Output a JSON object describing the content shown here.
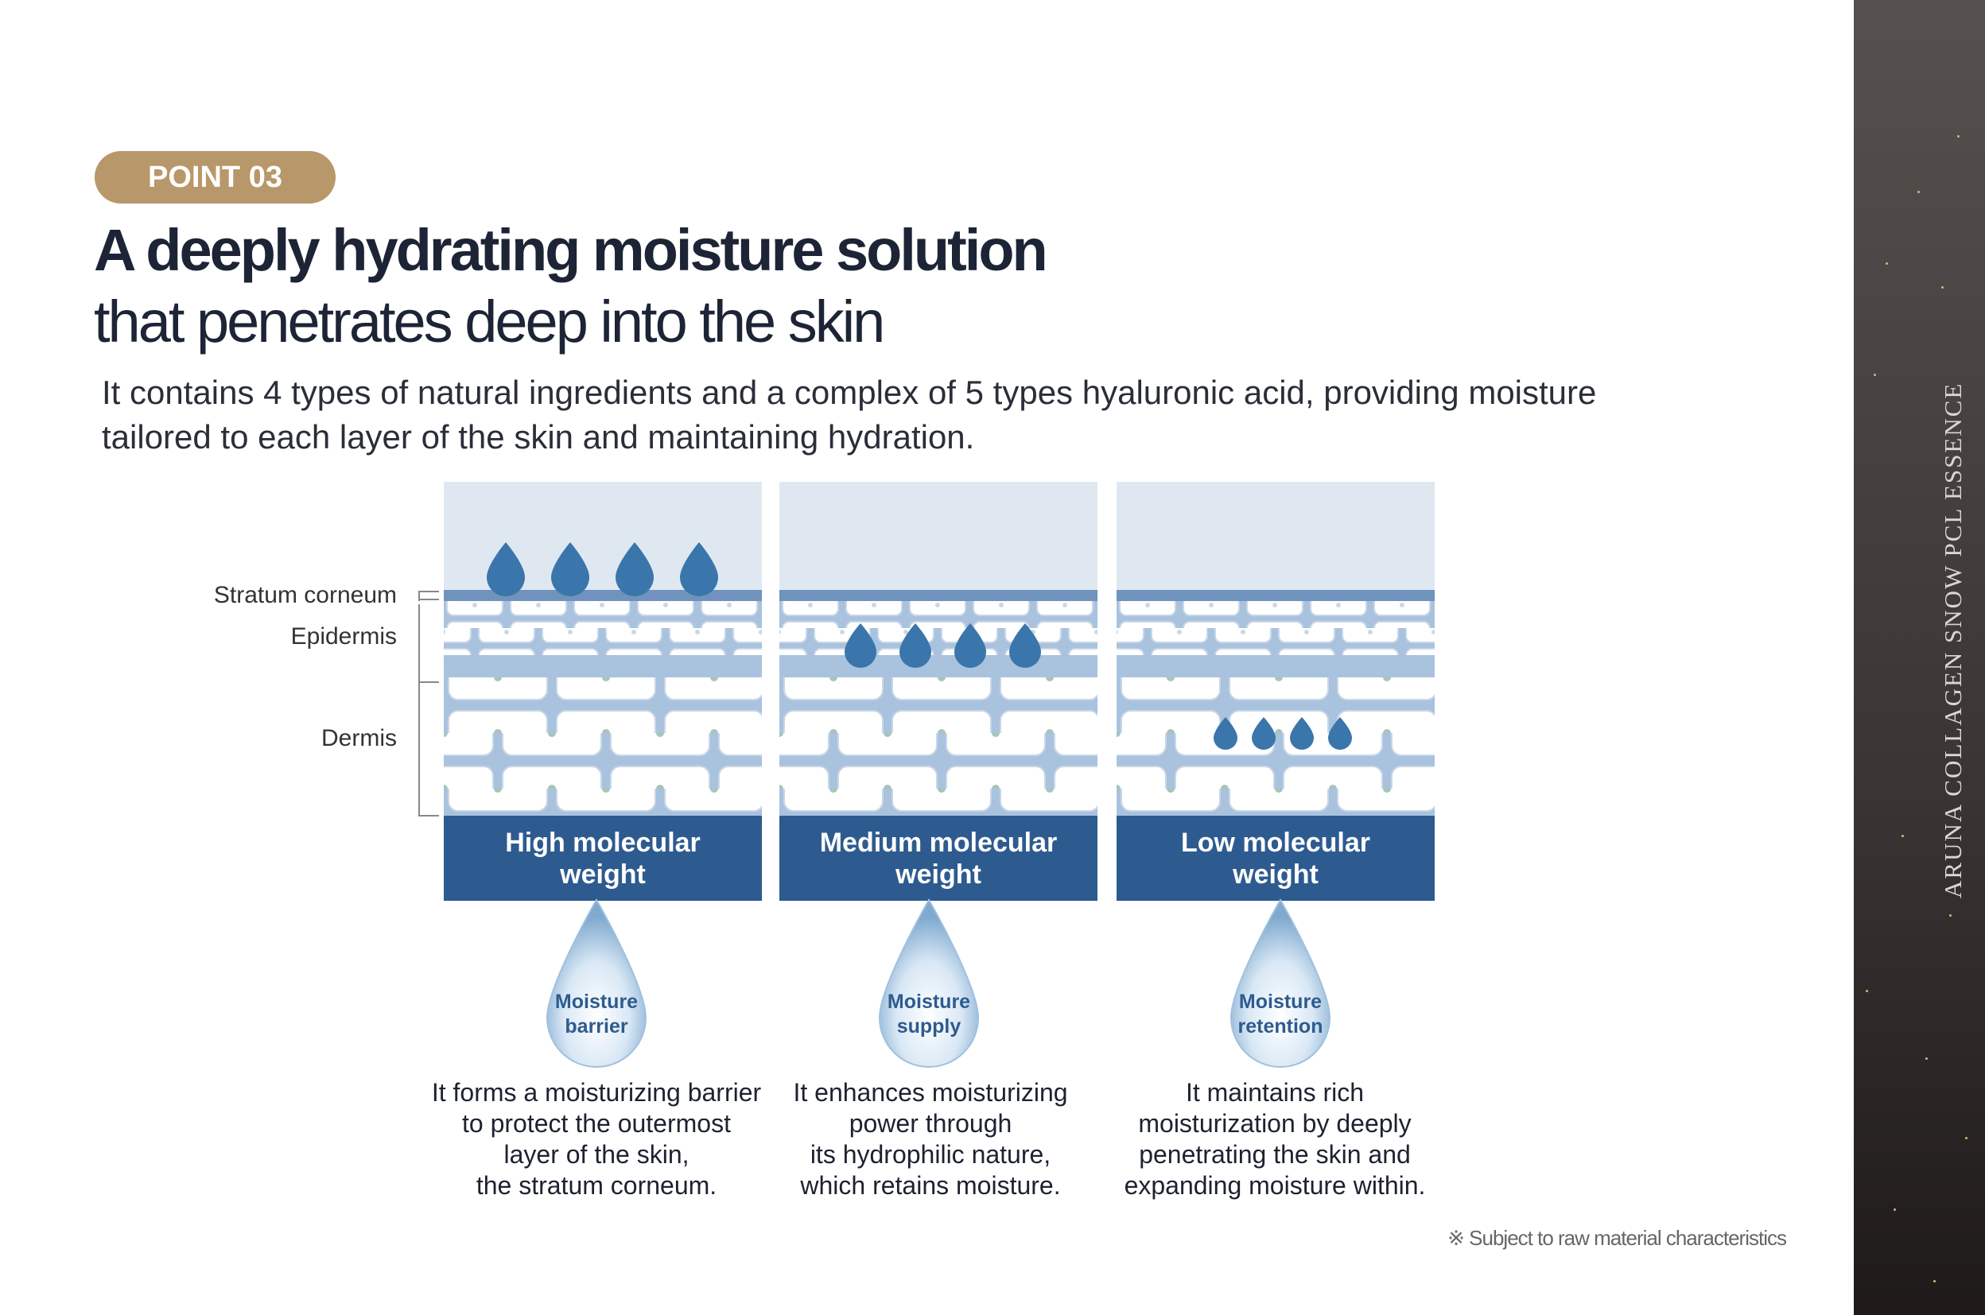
{
  "badge": "POINT 03",
  "title": "A deeply hydrating moisture solution",
  "subtitle": "that penetrates deep into the skin",
  "description": {
    "line1": "It contains 4 types of natural ingredients and a complex of 5 types hyaluronic acid, providing moisture",
    "line2": "tailored to each layer of the skin and maintaining hydration."
  },
  "layers": [
    "Stratum corneum",
    "Epidermis",
    "Dermis"
  ],
  "panels": [
    {
      "line1": "High molecular",
      "line2": "weight",
      "drop_line1": "Moisture",
      "drop_line2": "barrier",
      "caption": [
        "It forms a moisturizing barrier",
        "to protect the outermost",
        "layer of the skin,",
        "the stratum corneum."
      ]
    },
    {
      "line1": "Medium molecular",
      "line2": "weight",
      "drop_line1": "Moisture",
      "drop_line2": "supply",
      "caption": [
        "It enhances moisturizing",
        "power through",
        "its hydrophilic nature,",
        "which retains moisture."
      ]
    },
    {
      "line1": "Low molecular",
      "line2": "weight",
      "drop_line1": "Moisture",
      "drop_line2": "retention",
      "caption": [
        "It maintains rich",
        "moisturization by deeply",
        "penetrating the skin and",
        "expanding moisture within."
      ]
    }
  ],
  "note": "※ Subject to raw material characteristics",
  "sidebar_text": "ARUNA COLLAGEN SNOW PCL ESSENCE",
  "colors": {
    "badge": "#b8976a",
    "label_box": "#2e5b8f",
    "drop": "#3a76ab",
    "sidebar": "#3a3434"
  }
}
